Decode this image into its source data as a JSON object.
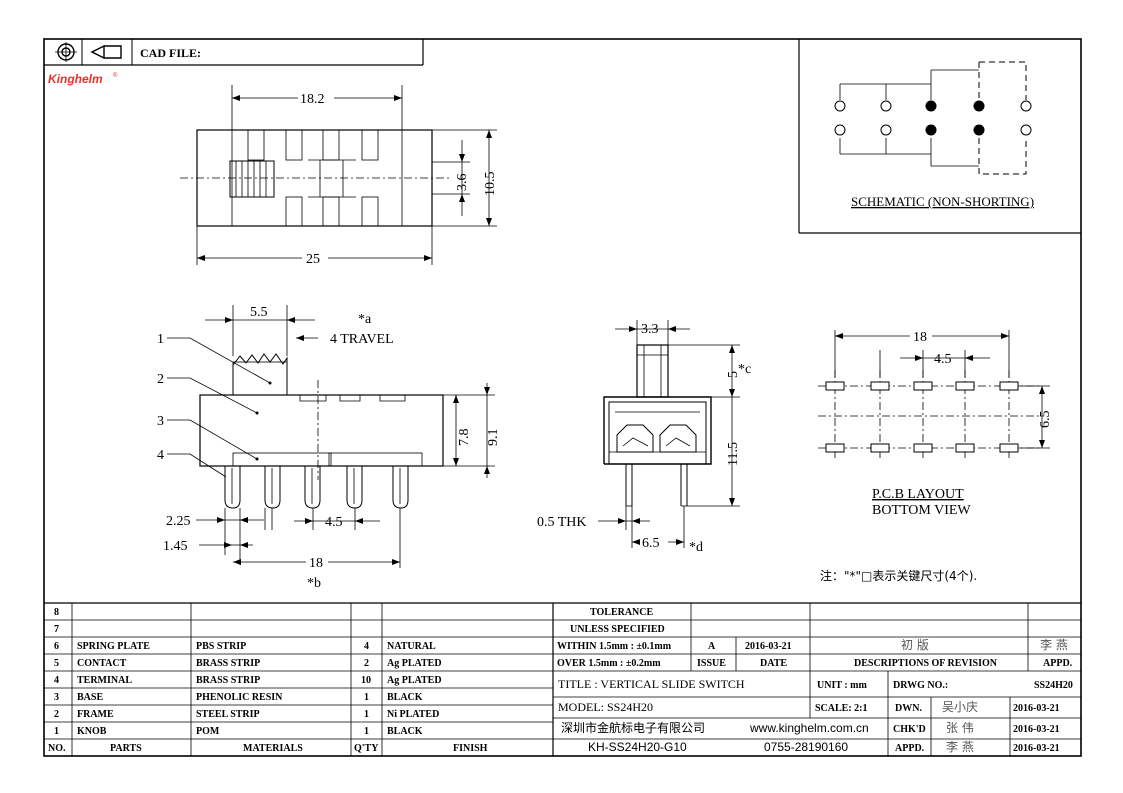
{
  "header": {
    "cad_label": "CAD FILE:",
    "brand": "Kinghelm",
    "brand_mark": "®",
    "brand_color": "#e8312a"
  },
  "schematic": {
    "caption": "SCHEMATIC (NON-SHORTING)"
  },
  "top_view": {
    "dim_width": "18.2",
    "dim_length": "25",
    "dim_h1": "3.6",
    "dim_h2": "10.5"
  },
  "side_view": {
    "dim_knob": "5.5",
    "travel_mark": "*a",
    "travel": "4 TRAVEL",
    "callouts": [
      "1",
      "2",
      "3",
      "4"
    ],
    "dim_78": "7.8",
    "dim_91": "9.1",
    "dim_225": "2.25",
    "dim_145": "1.45",
    "dim_45": "4.5",
    "dim_18": "18",
    "mark_b": "*b"
  },
  "front_view": {
    "dim_33": "3.3",
    "dim_5": "5",
    "mark_c": "*c",
    "dim_115": "11.5",
    "thk": "0.5 THK",
    "dim_65": "6.5",
    "mark_d": "*d"
  },
  "pcb": {
    "dim_18": "18",
    "dim_45": "4.5",
    "dim_65": "6.5",
    "title1": "P.C.B LAYOUT",
    "title2": "BOTTOM VIEW",
    "note": "注：\"*\"□表示关键尺寸(4个)."
  },
  "parts": {
    "headers": [
      "NO.",
      "PARTS",
      "MATERIALS",
      "Q'TY",
      "FINISH"
    ],
    "rows": [
      {
        "no": "8",
        "part": "",
        "material": "",
        "qty": "",
        "finish": ""
      },
      {
        "no": "7",
        "part": "",
        "material": "",
        "qty": "",
        "finish": ""
      },
      {
        "no": "6",
        "part": "SPRING PLATE",
        "material": "PBS STRIP",
        "qty": "4",
        "finish": "NATURAL"
      },
      {
        "no": "5",
        "part": "CONTACT",
        "material": "BRASS STRIP",
        "qty": "2",
        "finish": "Ag PLATED"
      },
      {
        "no": "4",
        "part": "TERMINAL",
        "material": "BRASS STRIP",
        "qty": "10",
        "finish": "Ag PLATED"
      },
      {
        "no": "3",
        "part": "BASE",
        "material": "PHENOLIC RESIN",
        "qty": "1",
        "finish": "BLACK"
      },
      {
        "no": "2",
        "part": "FRAME",
        "material": "STEEL STRIP",
        "qty": "1",
        "finish": "Ni PLATED"
      },
      {
        "no": "1",
        "part": "KNOB",
        "material": "POM",
        "qty": "1",
        "finish": "BLACK"
      }
    ]
  },
  "title_block": {
    "tol1": "TOLERANCE",
    "tol2": "UNLESS   SPECIFIED",
    "within": "WITHIN 1.5mm : ±0.1mm",
    "over": "OVER 1.5mm : ±0.2mm",
    "rev": "A",
    "rev_date": "2016-03-21",
    "issue": "ISSUE",
    "date": "DATE",
    "rev_desc": "初    版",
    "rev_appd": "李 燕",
    "desc_header": "DESCRIPTIONS  OF  REVISION",
    "appd_header": "APPD.",
    "title": "TITLE :   VERTICAL  SLIDE  SWITCH",
    "unit": "UNIT :   mm",
    "drwg_label": "DRWG  NO.:",
    "drwg_no": "SS24H20",
    "model": "MODEL:   SS24H20",
    "scale": "SCALE:   2:1",
    "dwn_label": "DWN.",
    "dwn_name": "吴小庆",
    "dwn_date": "2016-03-21",
    "company": "深圳市金航标电子有限公司",
    "website": "www.kinghelm.com.cn",
    "chk_label": "CHK'D",
    "chk_name": "张  伟",
    "chk_date": "2016-03-21",
    "part_code": "KH-SS24H20-G10",
    "phone": "0755-28190160",
    "appd_label": "APPD.",
    "appd_name": "李  燕",
    "appd_date": "2016-03-21"
  }
}
